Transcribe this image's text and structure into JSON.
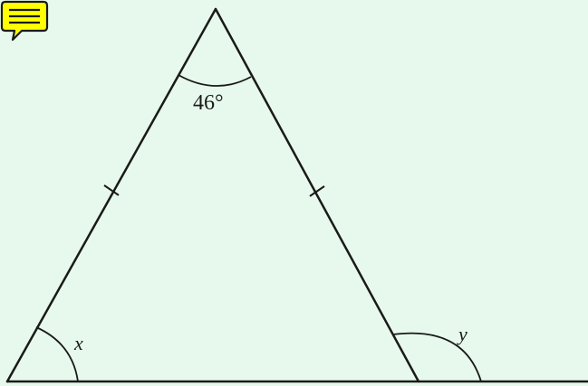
{
  "diagram": {
    "apex_angle_label": "46°",
    "base_left_angle_label": "x",
    "exterior_angle_label": "y"
  },
  "annotation": {
    "icon": "comment-note-icon",
    "fill_color": "#ffff00",
    "stroke_color": "#1a1a1a"
  },
  "colors": {
    "background": "#e7f9ec",
    "line": "#1a1a1a"
  }
}
